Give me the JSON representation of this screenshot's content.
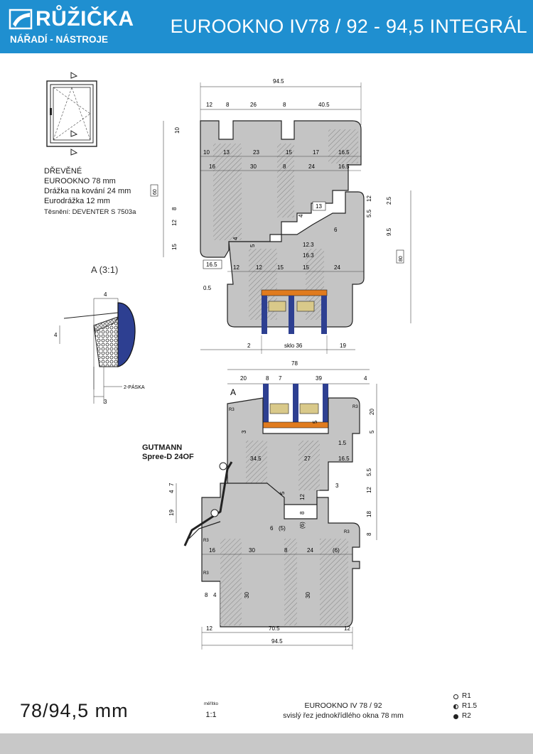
{
  "header": {
    "brand": "RŮŽIČKA",
    "brand_sub": "NÁŘADÍ - NÁSTROJE",
    "title": "EUROOKNO IV78 / 92 - 94,5 INTEGRÁL"
  },
  "spec": {
    "line1": "DŘEVĚNÉ",
    "line2": "EUROOKNO 78 mm",
    "line3": "Drážka na kování 24 mm",
    "line4": "Eurodrážka 12 mm",
    "line5": "Těsnění: DEVENTER S 7503a"
  },
  "detail": {
    "label": "A (3:1)",
    "dims": [
      "4",
      "4",
      "3"
    ],
    "tape": "2-PÁSKA"
  },
  "gutmann": {
    "line1": "GUTMANN",
    "line2": "Spree-D 24OF"
  },
  "top_section": {
    "overall": "94.5",
    "top_row": [
      "12",
      "8",
      "26",
      "8",
      "40.5"
    ],
    "row2": [
      "10",
      "13",
      "23",
      "15",
      "17",
      "16.5"
    ],
    "row3": [
      "16",
      "30",
      "8",
      "24",
      "16.5"
    ],
    "left_dims": [
      "10",
      "8",
      "12",
      "15"
    ],
    "boxed": [
      "60",
      "80",
      "16.5",
      "13"
    ],
    "right_dims": [
      "12",
      "2.5",
      "5.5",
      "9.5"
    ],
    "inner": [
      "4",
      "6",
      "12.3",
      "16.3",
      "4",
      "5"
    ],
    "bottom_row": [
      "12",
      "12",
      "15",
      "15",
      "24"
    ],
    "offset": "0.5",
    "glass": [
      "2",
      "sklo 36",
      "19"
    ]
  },
  "bottom_section": {
    "overall_top": "78",
    "top_row": [
      "20",
      "8",
      "7",
      "39",
      "4"
    ],
    "label_a": "A",
    "right_dims": [
      "20",
      "5",
      "1.5",
      "5.5",
      "12",
      "18",
      "8"
    ],
    "inner": [
      "3",
      "34.5",
      "27",
      "16.5",
      "3",
      "12",
      "8",
      "6",
      "(5)",
      "(6)",
      "5",
      "5"
    ],
    "left_dims": [
      "7",
      "4",
      "19"
    ],
    "row": [
      "16",
      "30",
      "8",
      "24",
      "(6)"
    ],
    "lower": [
      "8",
      "4",
      "30",
      "30"
    ],
    "bottom_row": [
      "12",
      "70.5",
      "12"
    ],
    "overall_bottom": "94.5",
    "radii": [
      "R3",
      "R3",
      "R3",
      "R3",
      "R3"
    ]
  },
  "footer": {
    "size": "78/94,5 mm",
    "scale_label": "měřítko",
    "scale_value": "1:1",
    "caption1": "EUROOKNO IV 78 / 92",
    "caption2": "svislý řez jednokřídlého okna 78 mm",
    "legend": [
      "R1",
      "R1.5",
      "R2"
    ]
  },
  "colors": {
    "header": "#1f8fd0",
    "wood": "#c4c4c4",
    "glass": "#2d3f91",
    "spacer": "#e07b1e",
    "footer": "#c8c8c8"
  }
}
